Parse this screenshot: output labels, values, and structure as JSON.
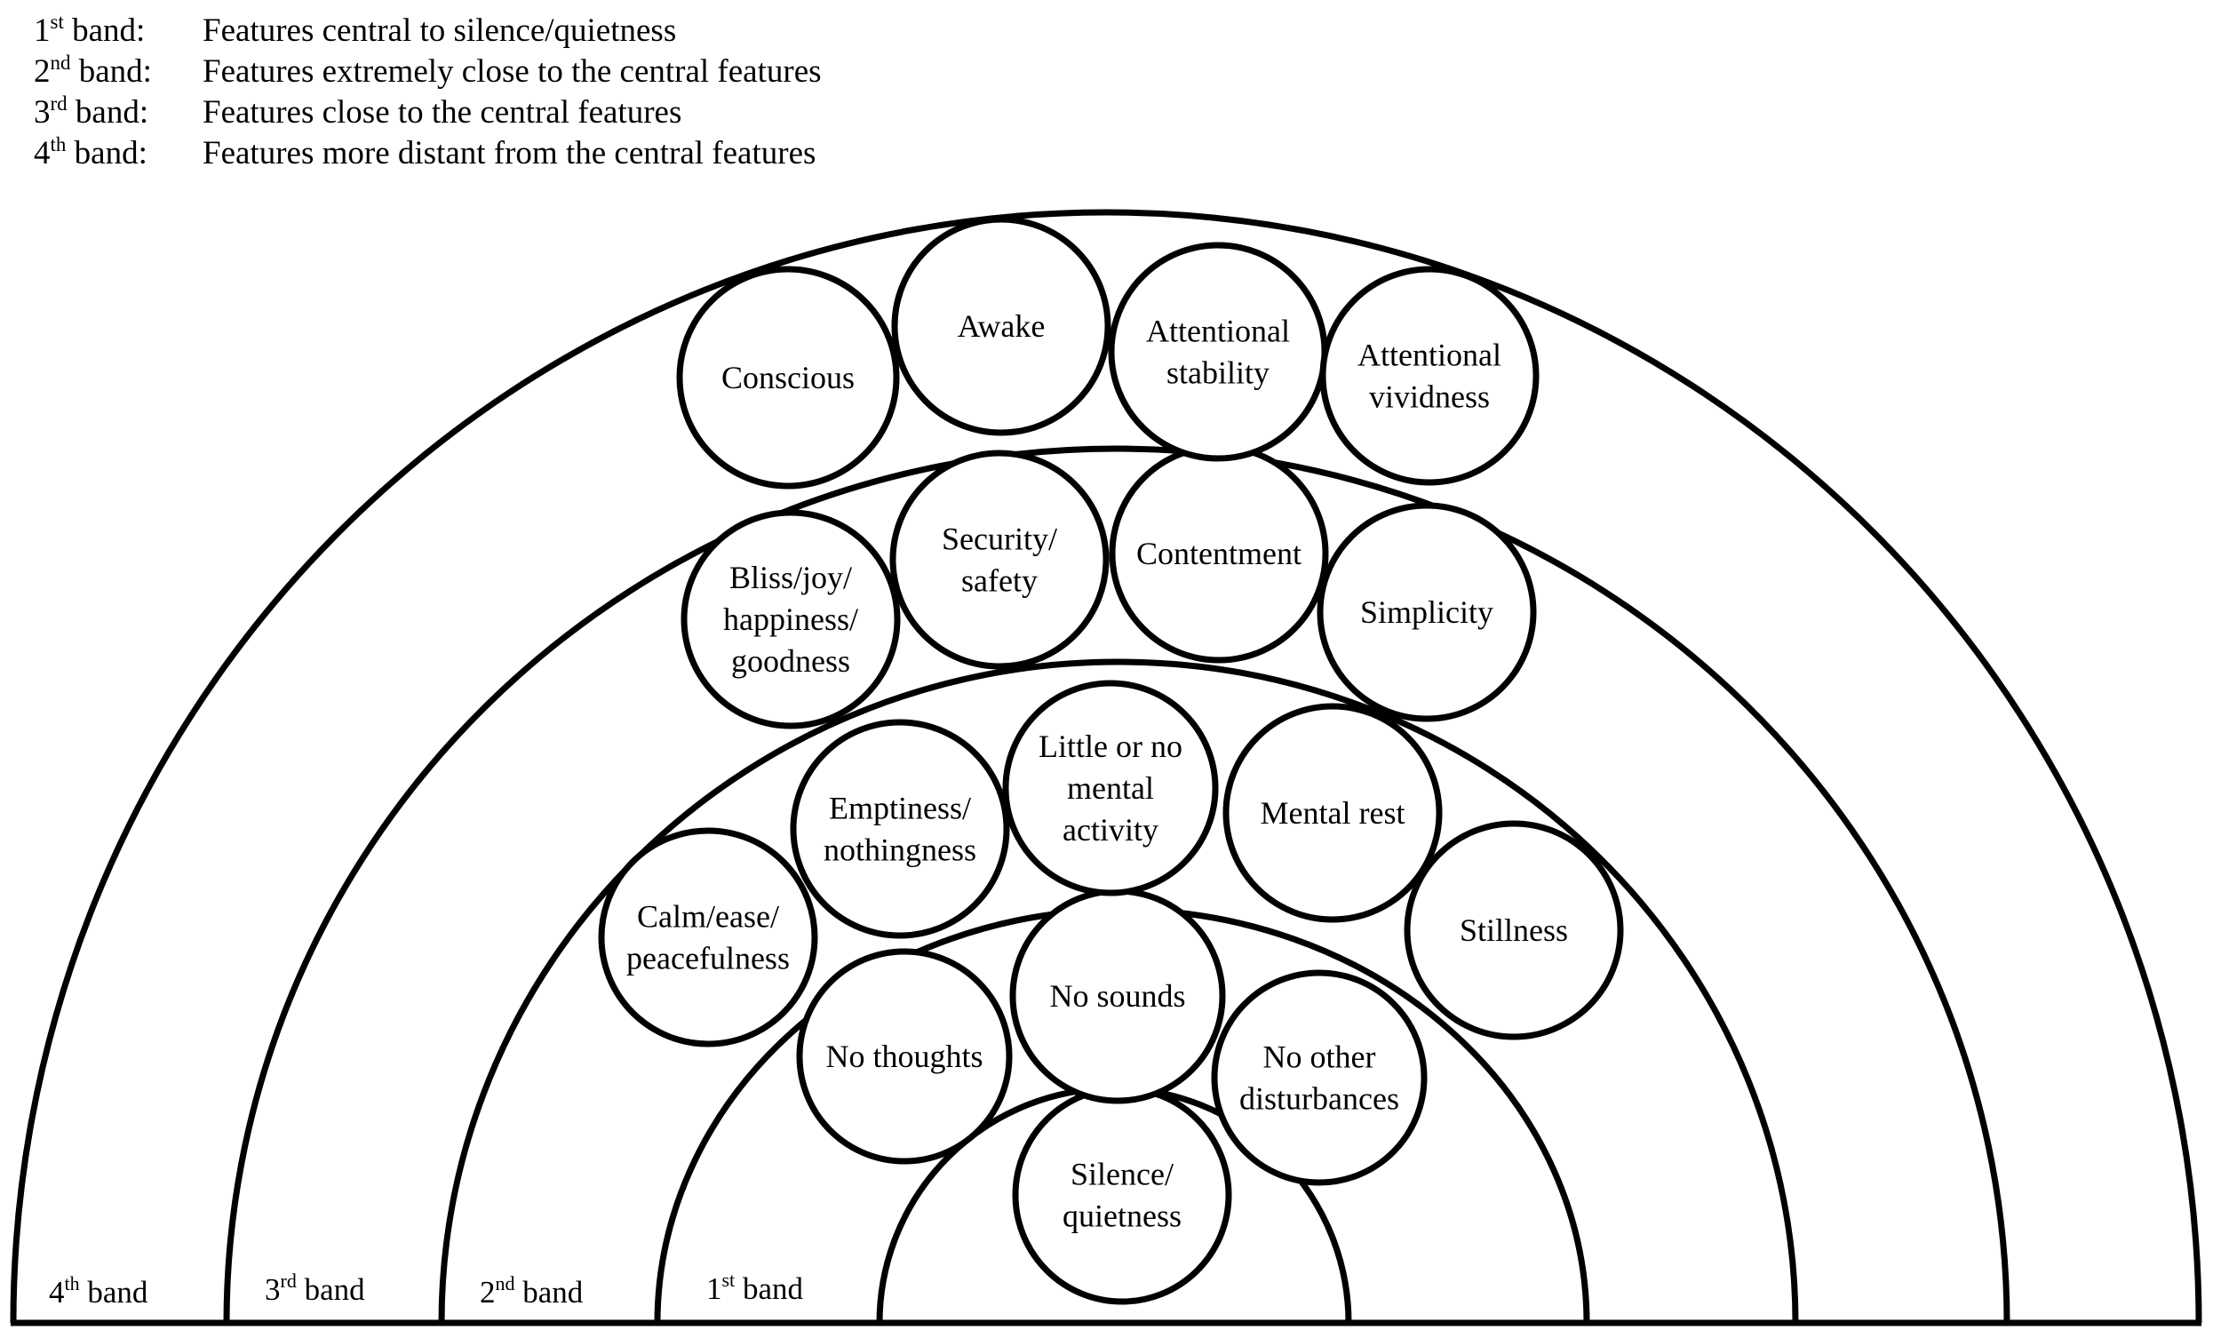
{
  "legend": [
    {
      "num": "1",
      "sup": "st",
      "band_word": " band:",
      "description": "Features central to silence/quietness"
    },
    {
      "num": "2",
      "sup": "nd",
      "band_word": " band:",
      "description": "Features extremely close to the central features"
    },
    {
      "num": "3",
      "sup": "rd",
      "band_word": " band:",
      "description": "Features close to the central features"
    },
    {
      "num": "4",
      "sup": "th",
      "band_word": " band:",
      "description": "Features more distant from the central features"
    }
  ],
  "bands": [
    {
      "num": "4",
      "sup": "th",
      "word": " band"
    },
    {
      "num": "3",
      "sup": "rd",
      "word": " band"
    },
    {
      "num": "2",
      "sup": "nd",
      "word": " band"
    },
    {
      "num": "1",
      "sup": "st",
      "word": " band"
    }
  ],
  "features": {
    "center": {
      "lines": [
        "Silence/",
        "quietness"
      ]
    },
    "band1": [
      {
        "lines": [
          "No thoughts"
        ]
      },
      {
        "lines": [
          "No sounds"
        ]
      },
      {
        "lines": [
          "No other",
          "disturbances"
        ]
      }
    ],
    "band2": [
      {
        "lines": [
          "Calm/ease/",
          "peacefulness"
        ]
      },
      {
        "lines": [
          "Emptiness/",
          "nothingness"
        ]
      },
      {
        "lines": [
          "Little or no",
          "mental",
          "activity"
        ]
      },
      {
        "lines": [
          "Mental rest"
        ]
      },
      {
        "lines": [
          "Stillness"
        ]
      }
    ],
    "band3": [
      {
        "lines": [
          "Bliss/joy/",
          "happiness/",
          "goodness"
        ]
      },
      {
        "lines": [
          "Security/",
          "safety"
        ]
      },
      {
        "lines": [
          "Contentment"
        ]
      },
      {
        "lines": [
          "Simplicity"
        ]
      }
    ],
    "band4": [
      {
        "lines": [
          "Conscious"
        ]
      },
      {
        "lines": [
          "Awake"
        ]
      },
      {
        "lines": [
          "Attentional",
          "stability"
        ]
      },
      {
        "lines": [
          "Attentional",
          "vividness"
        ]
      }
    ]
  }
}
